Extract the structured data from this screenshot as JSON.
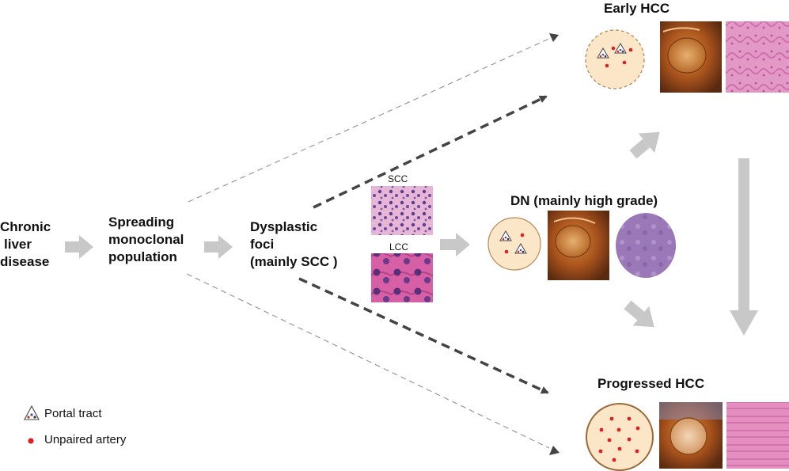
{
  "stages": {
    "chronic": [
      "Chronic",
      "liver",
      "disease"
    ],
    "spreading": [
      "Spreading",
      "monoclonal",
      "population"
    ],
    "dysplastic": [
      "Dysplastic",
      "foci",
      "(mainly SCC )"
    ]
  },
  "histology": {
    "scc_label": "SCC",
    "lcc_label": "LCC"
  },
  "outcomes": {
    "early": "Early HCC",
    "dn": "DN (mainly high grade)",
    "progressed": "Progressed HCC"
  },
  "legend": {
    "portal_tract": "Portal tract",
    "unpaired_artery": "Unpaired artery"
  },
  "colors": {
    "arrow_gray": "#c8c8c8",
    "dash_dark": "#444444",
    "dash_light": "#999999",
    "artery_red": "#e02020",
    "circle_fill": "#fbe7c8",
    "he_pink": "#d86aa8",
    "gross_brown": "#9a4a1a"
  }
}
